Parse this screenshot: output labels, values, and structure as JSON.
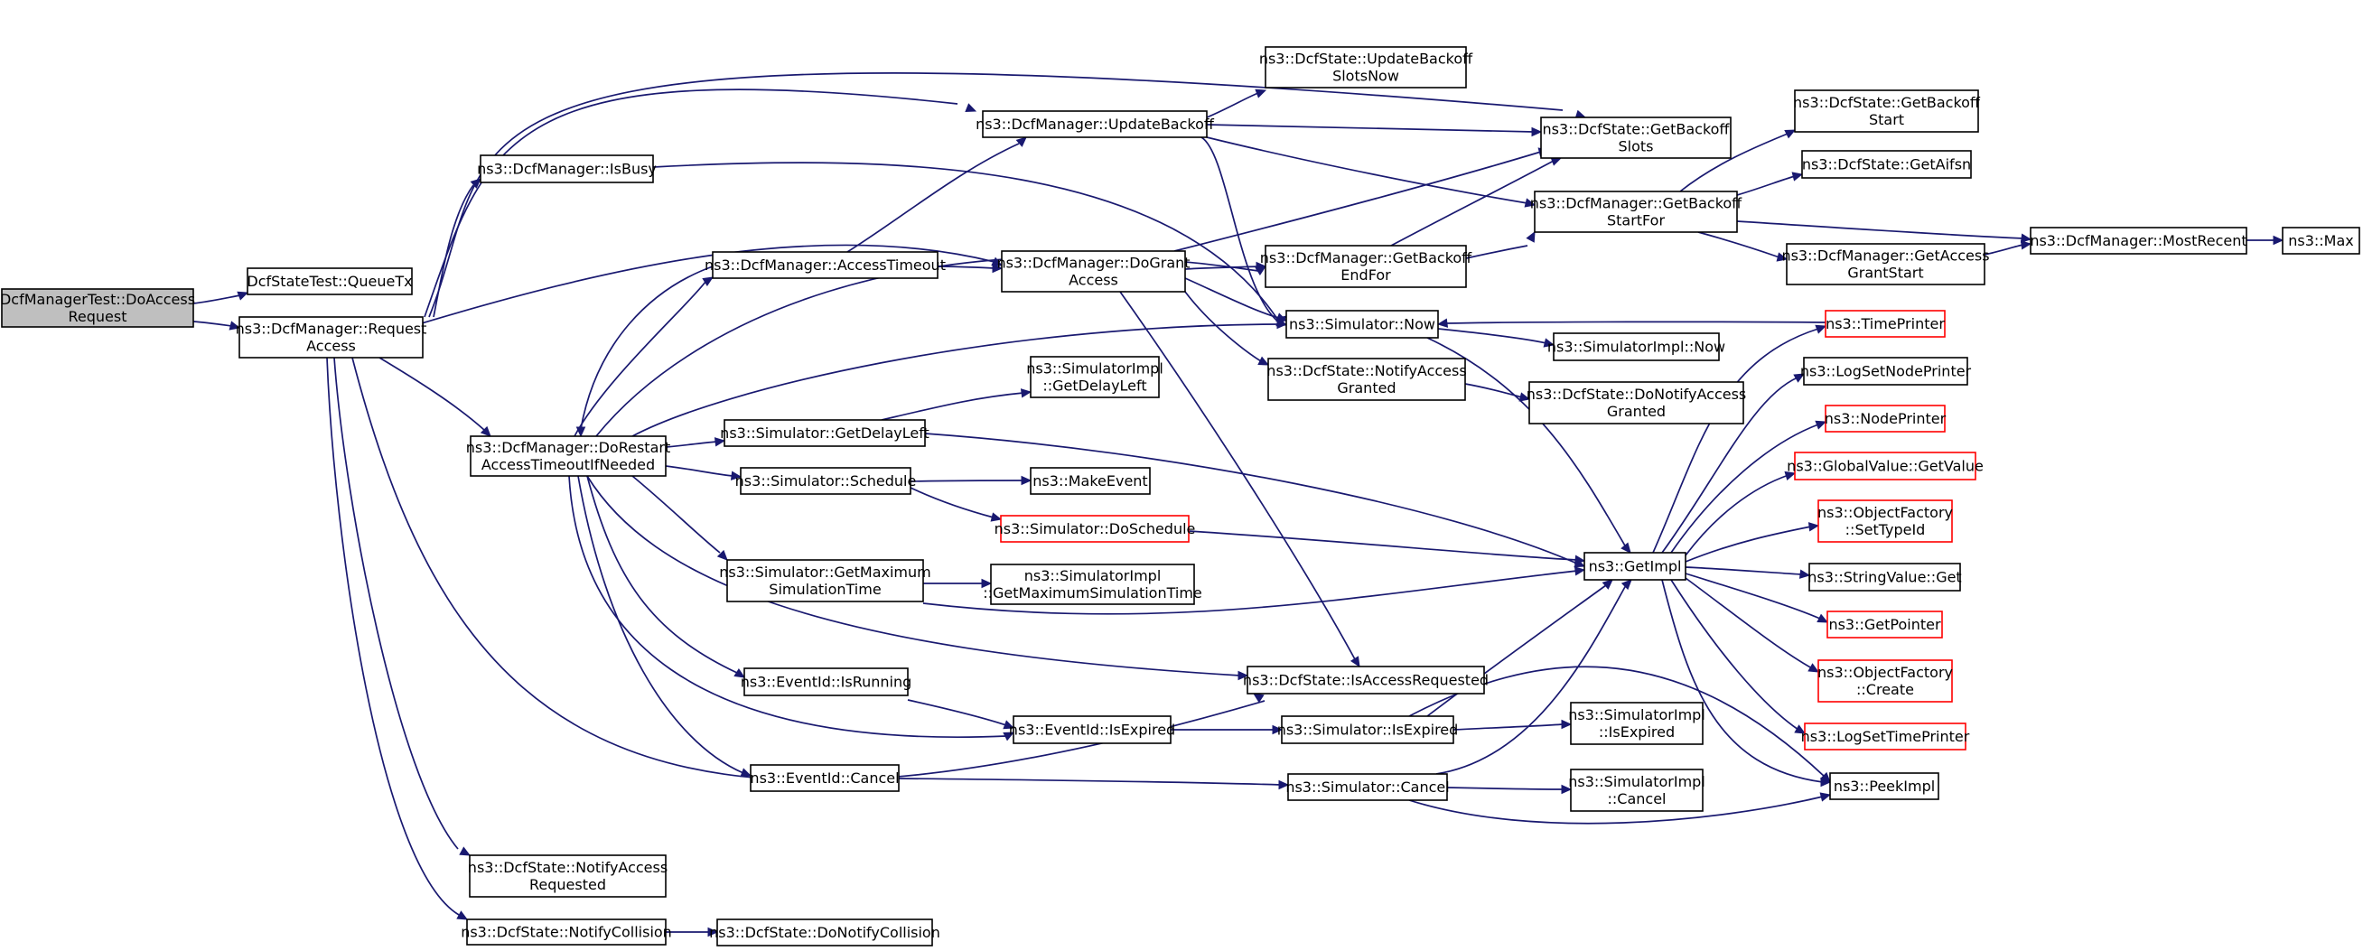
{
  "diagram": {
    "type": "call-graph",
    "colors": {
      "edge": "#191970",
      "node_border": "#000000",
      "node_border_external": "#ff0000",
      "root_fill": "#bfbfbf",
      "node_fill": "#ffffff"
    },
    "nodes": [
      {
        "id": "n0",
        "lines": [
          "DcfManagerTest::DoAccess",
          "Request"
        ],
        "style": "root"
      },
      {
        "id": "n1",
        "lines": [
          "DcfStateTest::QueueTx"
        ],
        "style": "normal"
      },
      {
        "id": "n2",
        "lines": [
          "ns3::DcfManager::Request",
          "Access"
        ],
        "style": "normal"
      },
      {
        "id": "n3",
        "lines": [
          "ns3::DcfManager::IsBusy"
        ],
        "style": "normal"
      },
      {
        "id": "n4",
        "lines": [
          "ns3::DcfManager::DoRestart",
          "AccessTimeoutIfNeeded"
        ],
        "style": "normal"
      },
      {
        "id": "n5",
        "lines": [
          "ns3::DcfState::NotifyAccess",
          "Requested"
        ],
        "style": "normal"
      },
      {
        "id": "n6",
        "lines": [
          "ns3::DcfState::NotifyCollision"
        ],
        "style": "normal"
      },
      {
        "id": "n7",
        "lines": [
          "ns3::DcfManager::AccessTimeout"
        ],
        "style": "normal"
      },
      {
        "id": "n8",
        "lines": [
          "ns3::Simulator::GetDelayLeft"
        ],
        "style": "normal"
      },
      {
        "id": "n9",
        "lines": [
          "ns3::Simulator::Schedule"
        ],
        "style": "normal"
      },
      {
        "id": "n10",
        "lines": [
          "ns3::Simulator::GetMaximum",
          "SimulationTime"
        ],
        "style": "normal"
      },
      {
        "id": "n11",
        "lines": [
          "ns3::EventId::IsRunning"
        ],
        "style": "normal"
      },
      {
        "id": "n12",
        "lines": [
          "ns3::EventId::Cancel"
        ],
        "style": "normal"
      },
      {
        "id": "n13",
        "lines": [
          "ns3::DcfState::DoNotifyCollision"
        ],
        "style": "normal"
      },
      {
        "id": "n14",
        "lines": [
          "ns3::DcfManager::UpdateBackoff"
        ],
        "style": "normal"
      },
      {
        "id": "n15",
        "lines": [
          "ns3::DcfManager::DoGrant",
          "Access"
        ],
        "style": "normal"
      },
      {
        "id": "n16",
        "lines": [
          "ns3::SimulatorImpl",
          "::GetDelayLeft"
        ],
        "style": "normal"
      },
      {
        "id": "n17",
        "lines": [
          "ns3::MakeEvent"
        ],
        "style": "normal"
      },
      {
        "id": "n18",
        "lines": [
          "ns3::Simulator::DoSchedule"
        ],
        "style": "external"
      },
      {
        "id": "n19",
        "lines": [
          "ns3::SimulatorImpl",
          "::GetMaximumSimulationTime"
        ],
        "style": "normal"
      },
      {
        "id": "n20",
        "lines": [
          "ns3::EventId::IsExpired"
        ],
        "style": "normal"
      },
      {
        "id": "n21",
        "lines": [
          "ns3::DcfState::UpdateBackoff",
          "SlotsNow"
        ],
        "style": "normal"
      },
      {
        "id": "n22",
        "lines": [
          "ns3::DcfManager::GetBackoff",
          "EndFor"
        ],
        "style": "normal"
      },
      {
        "id": "n23",
        "lines": [
          "ns3::Simulator::Now"
        ],
        "style": "normal"
      },
      {
        "id": "n24",
        "lines": [
          "ns3::DcfState::NotifyAccess",
          "Granted"
        ],
        "style": "normal"
      },
      {
        "id": "n25",
        "lines": [
          "ns3::DcfState::IsAccessRequested"
        ],
        "style": "normal"
      },
      {
        "id": "n26",
        "lines": [
          "ns3::Simulator::IsExpired"
        ],
        "style": "normal"
      },
      {
        "id": "n27",
        "lines": [
          "ns3::Simulator::Cancel"
        ],
        "style": "normal"
      },
      {
        "id": "n28",
        "lines": [
          "ns3::DcfState::GetBackoff",
          "Slots"
        ],
        "style": "normal"
      },
      {
        "id": "n29",
        "lines": [
          "ns3::SimulatorImpl::Now"
        ],
        "style": "normal"
      },
      {
        "id": "n30",
        "lines": [
          "ns3::DcfState::DoNotifyAccess",
          "Granted"
        ],
        "style": "normal"
      },
      {
        "id": "n31",
        "lines": [
          "ns3::SimulatorImpl",
          "::IsExpired"
        ],
        "style": "normal"
      },
      {
        "id": "n32",
        "lines": [
          "ns3::SimulatorImpl",
          "::Cancel"
        ],
        "style": "normal"
      },
      {
        "id": "n33",
        "lines": [
          "ns3::DcfManager::GetBackoff",
          "StartFor"
        ],
        "style": "normal"
      },
      {
        "id": "n34",
        "lines": [
          "ns3::GetImpl"
        ],
        "style": "normal"
      },
      {
        "id": "n35",
        "lines": [
          "ns3::DcfState::GetBackoff",
          "Start"
        ],
        "style": "normal"
      },
      {
        "id": "n36",
        "lines": [
          "ns3::DcfState::GetAifsn"
        ],
        "style": "normal"
      },
      {
        "id": "n37",
        "lines": [
          "ns3::DcfManager::GetAccess",
          "GrantStart"
        ],
        "style": "normal"
      },
      {
        "id": "n38",
        "lines": [
          "ns3::TimePrinter"
        ],
        "style": "external"
      },
      {
        "id": "n39",
        "lines": [
          "ns3::LogSetNodePrinter"
        ],
        "style": "normal"
      },
      {
        "id": "n40",
        "lines": [
          "ns3::NodePrinter"
        ],
        "style": "external"
      },
      {
        "id": "n41",
        "lines": [
          "ns3::GlobalValue::GetValue"
        ],
        "style": "external"
      },
      {
        "id": "n42",
        "lines": [
          "ns3::ObjectFactory",
          "::SetTypeId"
        ],
        "style": "external"
      },
      {
        "id": "n43",
        "lines": [
          "ns3::StringValue::Get"
        ],
        "style": "normal"
      },
      {
        "id": "n44",
        "lines": [
          "ns3::GetPointer"
        ],
        "style": "external"
      },
      {
        "id": "n45",
        "lines": [
          "ns3::ObjectFactory",
          "::Create"
        ],
        "style": "external"
      },
      {
        "id": "n46",
        "lines": [
          "ns3::LogSetTimePrinter"
        ],
        "style": "external"
      },
      {
        "id": "n47",
        "lines": [
          "ns3::PeekImpl"
        ],
        "style": "normal"
      },
      {
        "id": "n48",
        "lines": [
          "ns3::DcfManager::MostRecent"
        ],
        "style": "normal"
      },
      {
        "id": "n49",
        "lines": [
          "ns3::Max"
        ],
        "style": "normal"
      }
    ],
    "edges": [
      {
        "from": "n0",
        "to": "n1"
      },
      {
        "from": "n0",
        "to": "n2"
      },
      {
        "from": "n2",
        "to": "n3"
      },
      {
        "from": "n2",
        "to": "n4"
      },
      {
        "from": "n2",
        "to": "n5"
      },
      {
        "from": "n2",
        "to": "n6"
      },
      {
        "from": "n2",
        "to": "n14"
      },
      {
        "from": "n2",
        "to": "n15"
      },
      {
        "from": "n2",
        "to": "n25"
      },
      {
        "from": "n2",
        "to": "n28"
      },
      {
        "from": "n3",
        "to": "n23"
      },
      {
        "from": "n4",
        "to": "n7"
      },
      {
        "from": "n4",
        "to": "n8"
      },
      {
        "from": "n4",
        "to": "n9"
      },
      {
        "from": "n4",
        "to": "n10"
      },
      {
        "from": "n4",
        "to": "n11"
      },
      {
        "from": "n4",
        "to": "n12"
      },
      {
        "from": "n4",
        "to": "n20"
      },
      {
        "from": "n4",
        "to": "n22"
      },
      {
        "from": "n4",
        "to": "n23"
      },
      {
        "from": "n4",
        "to": "n25"
      },
      {
        "from": "n6",
        "to": "n13"
      },
      {
        "from": "n7",
        "to": "n4"
      },
      {
        "from": "n7",
        "to": "n14"
      },
      {
        "from": "n7",
        "to": "n15"
      },
      {
        "from": "n8",
        "to": "n16"
      },
      {
        "from": "n8",
        "to": "n34"
      },
      {
        "from": "n9",
        "to": "n17"
      },
      {
        "from": "n9",
        "to": "n18"
      },
      {
        "from": "n10",
        "to": "n19"
      },
      {
        "from": "n10",
        "to": "n34"
      },
      {
        "from": "n11",
        "to": "n20"
      },
      {
        "from": "n12",
        "to": "n27"
      },
      {
        "from": "n14",
        "to": "n21"
      },
      {
        "from": "n14",
        "to": "n23"
      },
      {
        "from": "n14",
        "to": "n28"
      },
      {
        "from": "n14",
        "to": "n33"
      },
      {
        "from": "n15",
        "to": "n22"
      },
      {
        "from": "n15",
        "to": "n23"
      },
      {
        "from": "n15",
        "to": "n24"
      },
      {
        "from": "n15",
        "to": "n25"
      },
      {
        "from": "n15",
        "to": "n28"
      },
      {
        "from": "n18",
        "to": "n34"
      },
      {
        "from": "n20",
        "to": "n26"
      },
      {
        "from": "n22",
        "to": "n28"
      },
      {
        "from": "n22",
        "to": "n33"
      },
      {
        "from": "n23",
        "to": "n29"
      },
      {
        "from": "n23",
        "to": "n34"
      },
      {
        "from": "n24",
        "to": "n30"
      },
      {
        "from": "n26",
        "to": "n31"
      },
      {
        "from": "n26",
        "to": "n34"
      },
      {
        "from": "n26",
        "to": "n47"
      },
      {
        "from": "n27",
        "to": "n32"
      },
      {
        "from": "n27",
        "to": "n34"
      },
      {
        "from": "n27",
        "to": "n47"
      },
      {
        "from": "n33",
        "to": "n35"
      },
      {
        "from": "n33",
        "to": "n36"
      },
      {
        "from": "n33",
        "to": "n37"
      },
      {
        "from": "n33",
        "to": "n48"
      },
      {
        "from": "n37",
        "to": "n48"
      },
      {
        "from": "n48",
        "to": "n49"
      },
      {
        "from": "n38",
        "to": "n23"
      },
      {
        "from": "n34",
        "to": "n38"
      },
      {
        "from": "n34",
        "to": "n39"
      },
      {
        "from": "n34",
        "to": "n40"
      },
      {
        "from": "n34",
        "to": "n41"
      },
      {
        "from": "n34",
        "to": "n42"
      },
      {
        "from": "n34",
        "to": "n43"
      },
      {
        "from": "n34",
        "to": "n44"
      },
      {
        "from": "n34",
        "to": "n45"
      },
      {
        "from": "n34",
        "to": "n46"
      },
      {
        "from": "n34",
        "to": "n47"
      }
    ]
  }
}
